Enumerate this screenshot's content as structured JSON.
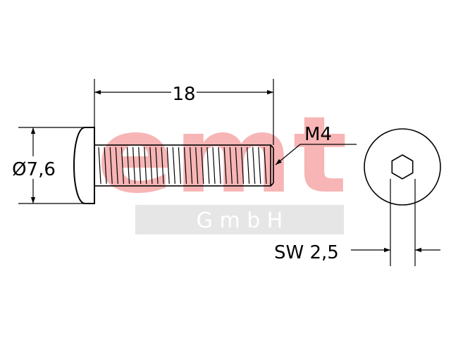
{
  "watermark": {
    "logo_text": "emt",
    "company_text": "G m b H",
    "logo_color": "#f7b5b5",
    "band_color": "#e6e6e6",
    "company_color": "#ffffff"
  },
  "dimensions": {
    "length": "18",
    "diameter": "Ø7,6",
    "thread": "M4",
    "hex_size": "SW 2,5"
  },
  "colors": {
    "line": "#000000",
    "background": "#ffffff"
  }
}
